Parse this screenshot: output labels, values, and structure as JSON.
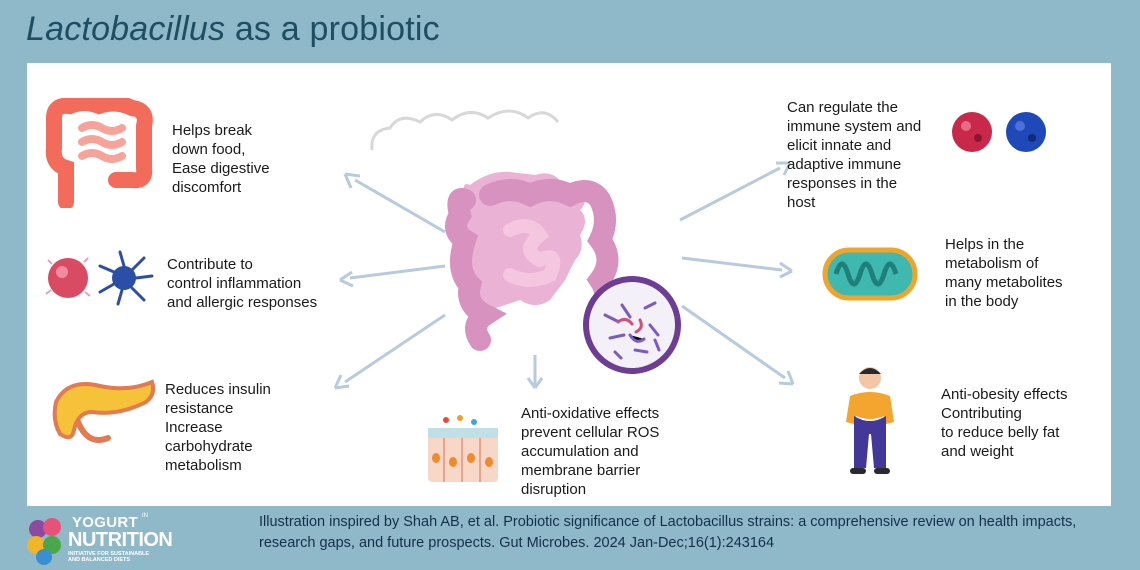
{
  "title": {
    "italic": "Lactobacillus",
    "rest": " as a probiotic"
  },
  "items": {
    "digestion": "Helps break\ndown food,\nEase digestive\ndiscomfort",
    "inflammation": "Contribute to\ncontrol inflammation\nand allergic responses",
    "insulin": "Reduces insulin\nresistance\nIncrease\ncarbohydrate\nmetabolism",
    "antioxidative": "Anti-oxidative effects\nprevent cellular ROS\naccumulation and\nmembrane barrier\ndisruption",
    "immune": "Can regulate the\nimmune system and\nelicit innate and\nadaptive immune\nresponses in the\nhost",
    "metabolites": "Helps in the\nmetabolism of\nmany metabolites\nin the body",
    "obesity": "Anti-obesity effects\nContributing\nto reduce belly fat\nand weight"
  },
  "footer": "Illustration inspired by Shah AB, et al. Probiotic significance of Lactobacillus strains: a comprehensive review on health impacts, research gaps, and future prospects. Gut Microbes. 2024 Jan-Dec;16(1):243164",
  "logo": {
    "line1": "YOGURT",
    "line1_sup": "IN",
    "line2": "NUTRITION",
    "line3": "INITIATIVE FOR SUSTAINABLE AND BALANCED DIETS"
  },
  "colors": {
    "background": "#8fb8c9",
    "title": "#1d4e62",
    "arrow": "#b8cadf",
    "intestine": "#e9a6cf"
  }
}
